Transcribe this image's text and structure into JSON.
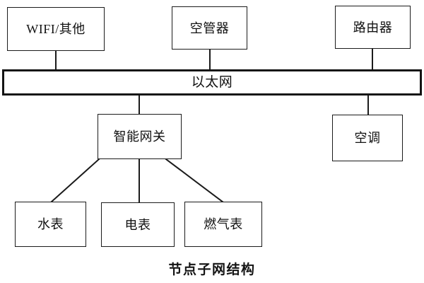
{
  "diagram": {
    "caption": "节点子网结构",
    "bus": {
      "label": "以太网",
      "name": "ethernet-bus"
    },
    "nodes": [
      {
        "id": "wifi",
        "label": "WIFI/其他",
        "tier": "top"
      },
      {
        "id": "ac-ctrl",
        "label": "空管器",
        "tier": "top"
      },
      {
        "id": "router",
        "label": "路由器",
        "tier": "top"
      },
      {
        "id": "gateway",
        "label": "智能网关",
        "tier": "middle"
      },
      {
        "id": "aircon",
        "label": "空调",
        "tier": "middle"
      },
      {
        "id": "water-meter",
        "label": "水表",
        "tier": "bottom"
      },
      {
        "id": "elec-meter",
        "label": "电表",
        "tier": "bottom"
      },
      {
        "id": "gas-meter",
        "label": "燃气表",
        "tier": "bottom"
      }
    ],
    "edges": [
      {
        "from": "wifi",
        "to": "ethernet-bus",
        "style": "vertical"
      },
      {
        "from": "ac-ctrl",
        "to": "ethernet-bus",
        "style": "vertical"
      },
      {
        "from": "router",
        "to": "ethernet-bus",
        "style": "vertical"
      },
      {
        "from": "ethernet-bus",
        "to": "gateway",
        "style": "vertical"
      },
      {
        "from": "ethernet-bus",
        "to": "aircon",
        "style": "vertical"
      },
      {
        "from": "gateway",
        "to": "water-meter",
        "style": "diagonal"
      },
      {
        "from": "gateway",
        "to": "elec-meter",
        "style": "vertical"
      },
      {
        "from": "gateway",
        "to": "gas-meter",
        "style": "diagonal"
      }
    ],
    "colors": {
      "background": "#ffffff",
      "stroke": "#1b1b1b",
      "bus_stroke": "#141414",
      "text": "#111111"
    }
  }
}
